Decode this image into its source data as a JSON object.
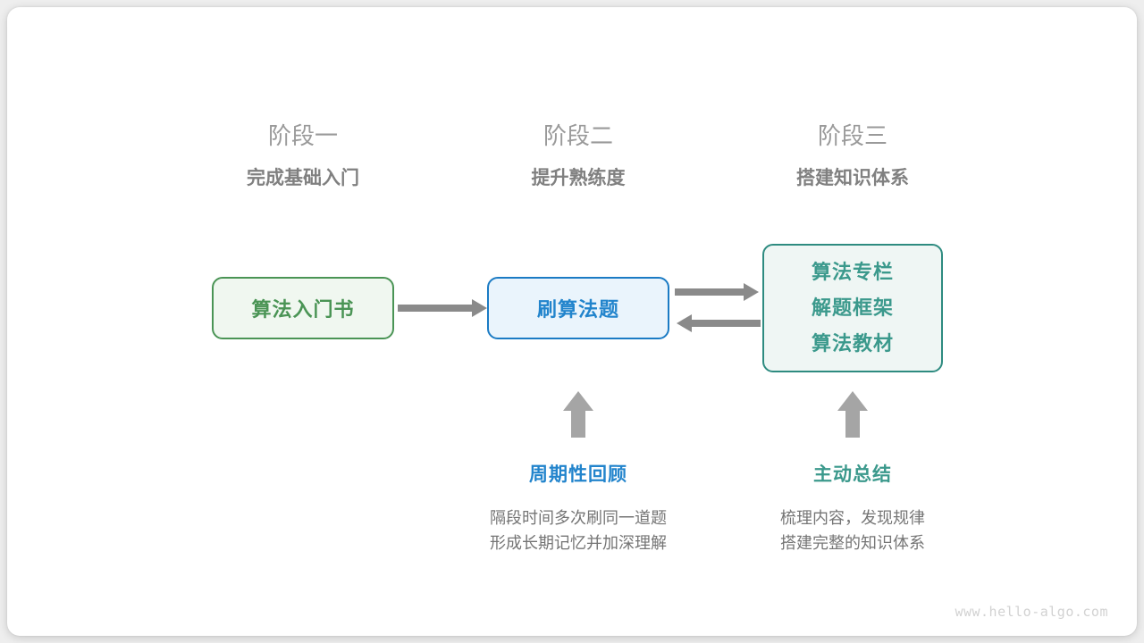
{
  "stages": [
    {
      "number": "阶段一",
      "subtitle": "完成基础入门"
    },
    {
      "number": "阶段二",
      "subtitle": "提升熟练度"
    },
    {
      "number": "阶段三",
      "subtitle": "搭建知识体系"
    }
  ],
  "nodes": {
    "book": {
      "label": "算法入门书",
      "color": "#4a9455",
      "fill": "#f0f7f0"
    },
    "practice": {
      "label": "刷算法题",
      "color": "#2284cc",
      "fill": "#eaf4fc"
    },
    "resources": {
      "lines": [
        "算法专栏",
        "解题框架",
        "算法教材"
      ],
      "color": "#3b998c",
      "fill": "#eff6f4"
    }
  },
  "annotations": [
    {
      "title": "周期性回顾",
      "color": "#2284cc",
      "desc": [
        "隔段时间多次刷同一道题",
        "形成长期记忆并加深理解"
      ]
    },
    {
      "title": "主动总结",
      "color": "#3b998c",
      "desc": [
        "梳理内容，发现规律",
        "搭建完整的知识体系"
      ]
    }
  ],
  "watermark": "www.hello-algo.com"
}
